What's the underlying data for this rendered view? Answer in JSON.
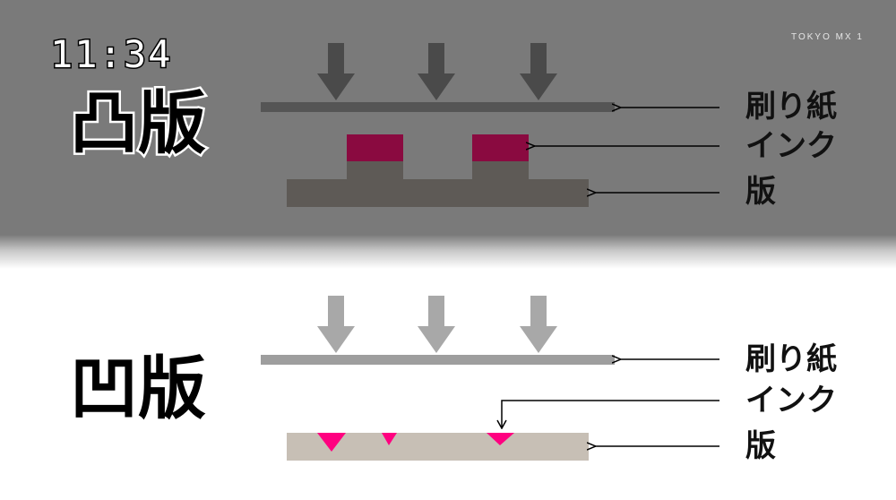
{
  "overlay": {
    "clock": "11:34",
    "channel": "TOKYO MX 1"
  },
  "relief": {
    "title": "凸版",
    "labels": {
      "paper": "刷り紙",
      "ink": "インク",
      "plate": "版"
    }
  },
  "intaglio": {
    "title": "凹版",
    "labels": {
      "paper": "刷り紙",
      "ink": "インク",
      "plate": "版"
    }
  },
  "colors": {
    "relief_arrow": "#4a4a4a",
    "relief_paper": "#555555",
    "relief_plate": "#5e5a56",
    "relief_ink": "#8a0a40",
    "intaglio_arrow": "#a8a8a8",
    "intaglio_paper": "#9e9e9e",
    "intaglio_plate": "#c7bfb5",
    "intaglio_ink": "#ff0080",
    "pointer": "#000000"
  }
}
